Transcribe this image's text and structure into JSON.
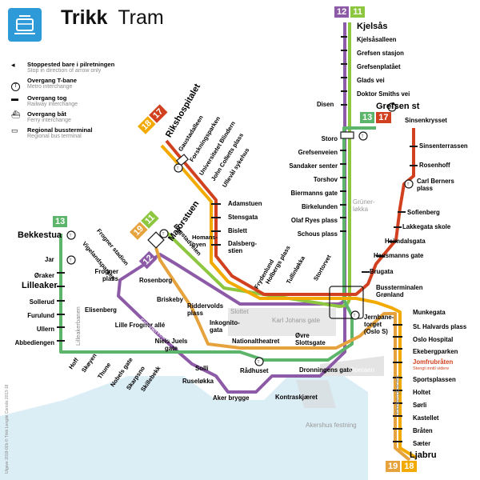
{
  "title": {
    "primary": "Trikk",
    "secondary": "Tram"
  },
  "legend": [
    {
      "icon": "arrow-stop-icon",
      "label": "Stoppested bare i pilretningen",
      "sub": "Stop in direction of arrow only"
    },
    {
      "icon": "metro-icon",
      "label": "Overgang T-bane",
      "sub": "Metro interchange"
    },
    {
      "icon": "train-icon",
      "label": "Overgang tog",
      "sub": "Railway interchange"
    },
    {
      "icon": "ferry-icon",
      "label": "Overgang båt",
      "sub": "Ferry interchange"
    },
    {
      "icon": "bus-icon",
      "label": "Regional bussterminal",
      "sub": "Regional bus terminal"
    }
  ],
  "line_colors": {
    "11": "#8dc63f",
    "12": "#8c5aa6",
    "13": "#5db56b",
    "17": "#d1411f",
    "18": "#f2a900",
    "19": "#e6a23c"
  },
  "line_badges": {
    "kjelsas": [
      "12",
      "11"
    ],
    "grefsen": [
      "13",
      "17"
    ],
    "rikshospitalet": [
      "18",
      "17"
    ],
    "majorstuen": [
      "19",
      "11",
      "12"
    ],
    "bekkestua": [
      "13"
    ],
    "ljabru": [
      "19",
      "18"
    ]
  },
  "terminals": {
    "kjelsas": "Kjelsås",
    "grefsen": "Grefsen st",
    "rikshospitalet": "Rikshospitalet",
    "majorstuen": "Majorstuen",
    "bekkestua": "Bekkestua",
    "lilleaker": "Lilleaker",
    "ljabru": "Ljabru"
  },
  "stops": {
    "kjelsas_line": [
      "Kjelsåsalleen",
      "Grefsen stasjon",
      "Grefsenplatået",
      "Glads vei",
      "Doktor Smiths vei",
      "Disen"
    ],
    "sinsen_line": [
      "Sinsenkrysset",
      "Sinsenterrassen",
      "Rosenhoff",
      "Carl Berners plass",
      "Sofienberg",
      "Lakkegata skole",
      "Heimdalsgata",
      "Hausmanns gate",
      "Brugata"
    ],
    "storo_line": [
      "Storo",
      "Grefsenveien",
      "Sandaker senter",
      "Torshov",
      "Biermanns gate",
      "Birkelunden",
      "Olaf Ryes plass",
      "Schous plass"
    ],
    "riks_line": [
      "Gaustadalleen",
      "Forskningsparken",
      "Universitetet Blindern",
      "John Colletts plass",
      "Ullevål sykehus",
      "Adamstuen",
      "Stensgata",
      "Bislett",
      "Dalsberg-stien"
    ],
    "central": [
      "Frydenlund",
      "Holbergs plass",
      "Tullinløkka",
      "Stortorvet"
    ],
    "majorstuen_extra": [
      "Frogner stadion",
      "Vigelandsparken",
      "Bogstadveien",
      "Homans-byen"
    ],
    "bekkestua_line": [
      "Jar",
      "Øraker",
      "Sollerud",
      "Furulund",
      "Ullern",
      "Abbediengen"
    ],
    "skoyen_line": [
      "Frogner plass",
      "Elisenberg",
      "Lille Frogner allé",
      "Niels Juels gate",
      "Solli"
    ],
    "west": [
      "Rosenborg",
      "Briskeby",
      "Riddervolds plass",
      "Inkognito-gata",
      "Nationaltheatret",
      "Øvre Slottsgate"
    ],
    "bottom": [
      "Hoff",
      "Skøyen",
      "Thune",
      "Nobels gate",
      "Skarpsno",
      "Skillebekk",
      "Ruseløkka",
      "Aker brygge",
      "Rådhuset",
      "Kontraskjæret",
      "Dronningens gate"
    ],
    "hubs": {
      "bussterminalen": "Bussterminalen Grønland",
      "jernbanetorget": "Jernbane-torget (Oslo S)"
    },
    "ljabru_line": [
      "Munkegata",
      "St. Halvards plass",
      "Oslo Hospital",
      "Ekebergparken",
      "Jomfrubråten",
      "Sportsplassen",
      "Holtet",
      "Sørli",
      "Kastellet",
      "Bråten",
      "Sæter"
    ],
    "jomfru_note": "Stengt inntil videre"
  },
  "areas": {
    "slottet": "Slottet",
    "karl_johan": "Karl Johans gate",
    "operaen": "Operaen",
    "akershus": "Akershus festning",
    "gruner": "Grüner-løkka",
    "trondheimsveien": "Trondheimsveien",
    "drammensveien": "Drammensveien",
    "frognerveien": "Frognerveien",
    "lilleakerbanen": "Lilleakerbanen",
    "ekebergbanen": "Ekebergbanen"
  },
  "credit": "Utgave 2018-02b © Trikk Lengde Coriolis 2013-18"
}
